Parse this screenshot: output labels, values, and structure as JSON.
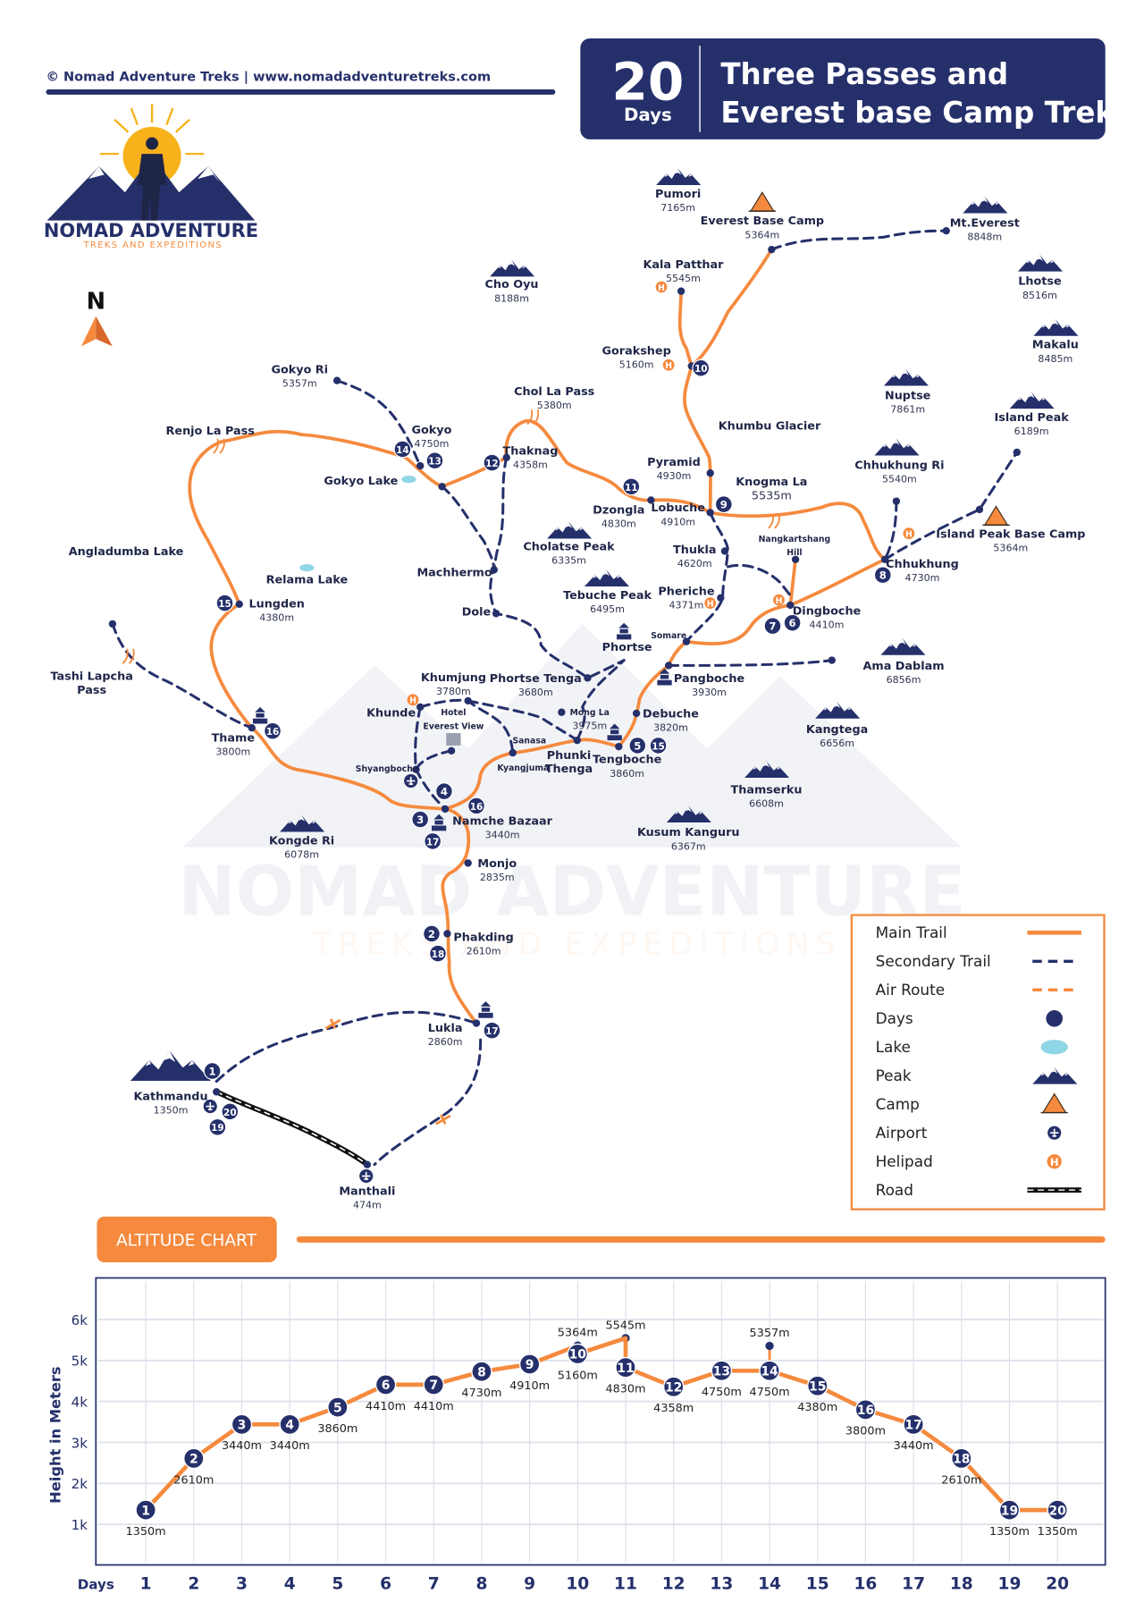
{
  "header": {
    "copyright": "© Nomad Adventure Treks | www.nomadadventuretreks.com",
    "days_number": "20",
    "days_label": "Days",
    "title_line1": "Three Passes and",
    "title_line2": "Everest base Camp Trek"
  },
  "logo": {
    "name": "NOMAD ADVENTURE",
    "tagline": "TREKS AND EXPEDITIONS"
  },
  "watermark": {
    "name": "NOMAD ADVENTURE",
    "tagline": "TREKS AND EXPEDITIONS"
  },
  "compass": {
    "label": "N"
  },
  "colors": {
    "navy": "#25306b",
    "orange": "#f58a3e",
    "lake": "#8fd6e6"
  },
  "places": [
    {
      "id": "pumori",
      "name": "Pumori",
      "elev": "7165m"
    },
    {
      "id": "ebc",
      "name": "Everest Base Camp",
      "elev": "5364m"
    },
    {
      "id": "everest",
      "name": "Mt.Everest",
      "elev": "8848m"
    },
    {
      "id": "kalapatthar",
      "name": "Kala Patthar",
      "elev": "5545m"
    },
    {
      "id": "choyu",
      "name": "Cho Oyu",
      "elev": "8188m"
    },
    {
      "id": "lhotse",
      "name": "Lhotse",
      "elev": "8516m"
    },
    {
      "id": "makalu",
      "name": "Makalu",
      "elev": "8485m"
    },
    {
      "id": "gorakshep",
      "name": "Gorakshep",
      "elev": "5160m"
    },
    {
      "id": "gokyori",
      "name": "Gokyo Ri",
      "elev": "5357m"
    },
    {
      "id": "chola",
      "name": "Chol La Pass",
      "elev": "5380m"
    },
    {
      "id": "nuptse",
      "name": "Nuptse",
      "elev": "7861m"
    },
    {
      "id": "islandpeak",
      "name": "Island Peak",
      "elev": "6189m"
    },
    {
      "id": "khumbuglacier",
      "name": "Khumbu Glacier"
    },
    {
      "id": "renjola",
      "name": "Renjo La Pass"
    },
    {
      "id": "gokyo",
      "name": "Gokyo",
      "elev": "4750m"
    },
    {
      "id": "thaknag",
      "name": "Thaknag",
      "elev": "4358m"
    },
    {
      "id": "pyramid",
      "name": "Pyramid",
      "elev": "4930m"
    },
    {
      "id": "chhukhungri",
      "name": "Chhukhung Ri",
      "elev": "5540m"
    },
    {
      "id": "knogmala",
      "name": "Knogma La",
      "elev": "5535m"
    },
    {
      "id": "gokyolake",
      "name": "Gokyo Lake"
    },
    {
      "id": "dzongla",
      "name": "Dzongla",
      "elev": "4830m"
    },
    {
      "id": "lobuche",
      "name": "Lobuche",
      "elev": "4910m"
    },
    {
      "id": "ipbc",
      "name": "Island Peak Base Camp",
      "elev": "5364m"
    },
    {
      "id": "nangkartshang",
      "name": "Nangkartshang",
      "elev": "Hill"
    },
    {
      "id": "cholatse",
      "name": "Cholatse Peak",
      "elev": "6335m"
    },
    {
      "id": "thukla",
      "name": "Thukla",
      "elev": "4620m"
    },
    {
      "id": "chhukhung",
      "name": "Chhukhung",
      "elev": "4730m"
    },
    {
      "id": "angladumba",
      "name": "Angladumba Lake"
    },
    {
      "id": "machhermo",
      "name": "Machhermo"
    },
    {
      "id": "relama",
      "name": "Relama Lake"
    },
    {
      "id": "tebuche",
      "name": "Tebuche Peak",
      "elev": "6495m"
    },
    {
      "id": "pheriche",
      "name": "Pheriche",
      "elev": "4371m"
    },
    {
      "id": "lungden",
      "name": "Lungden",
      "elev": "4380m"
    },
    {
      "id": "dingboche",
      "name": "Dingboche",
      "elev": "4410m"
    },
    {
      "id": "dole",
      "name": "Dole"
    },
    {
      "id": "somare",
      "name": "Somare"
    },
    {
      "id": "phortse",
      "name": "Phortse"
    },
    {
      "id": "amadablam",
      "name": "Ama Dablam",
      "elev": "6856m"
    },
    {
      "id": "tashilapcha",
      "name": "Tashi Lapcha",
      "elev": "Pass"
    },
    {
      "id": "khumjung",
      "name": "Khumjung",
      "elev": "3780m"
    },
    {
      "id": "phortsetenga",
      "name": "Phortse Tenga",
      "elev": "3680m"
    },
    {
      "id": "pangboche",
      "name": "Pangboche",
      "elev": "3930m"
    },
    {
      "id": "khunde",
      "name": "Khunde"
    },
    {
      "id": "hotelev",
      "name": "Hotel",
      "elev": "Everest View"
    },
    {
      "id": "mongla",
      "name": "Mong La",
      "elev": "3975m"
    },
    {
      "id": "debuche",
      "name": "Debuche",
      "elev": "3820m"
    },
    {
      "id": "kangtega",
      "name": "Kangtega",
      "elev": "6656m"
    },
    {
      "id": "thame",
      "name": "Thame",
      "elev": "3800m"
    },
    {
      "id": "sanasa",
      "name": "Sanasa"
    },
    {
      "id": "phunki",
      "name": "Phunki",
      "elev": "Thenga"
    },
    {
      "id": "tengboche",
      "name": "Tengboche",
      "elev": "3860m"
    },
    {
      "id": "kyangjuma",
      "name": "Kyangjuma"
    },
    {
      "id": "shyangboche",
      "name": "Shyangboche"
    },
    {
      "id": "thamserku",
      "name": "Thamserku",
      "elev": "6608m"
    },
    {
      "id": "namche",
      "name": "Namche Bazaar",
      "elev": "3440m"
    },
    {
      "id": "kongderi",
      "name": "Kongde Ri",
      "elev": "6078m"
    },
    {
      "id": "kusum",
      "name": "Kusum Kanguru",
      "elev": "6367m"
    },
    {
      "id": "monjo",
      "name": "Monjo",
      "elev": "2835m"
    },
    {
      "id": "phakding",
      "name": "Phakding",
      "elev": "2610m"
    },
    {
      "id": "lukla",
      "name": "Lukla",
      "elev": "2860m"
    },
    {
      "id": "kathmandu",
      "name": "Kathmandu",
      "elev": "1350m"
    },
    {
      "id": "manthali",
      "name": "Manthali",
      "elev": "474m"
    }
  ],
  "day_markers": [
    "1",
    "2",
    "18",
    "3",
    "17",
    "4",
    "16",
    "5",
    "15",
    "6",
    "7",
    "8",
    "9",
    "10",
    "11",
    "12",
    "13",
    "14",
    "15",
    "16",
    "17",
    "19",
    "20"
  ],
  "legend": {
    "items": [
      {
        "label": "Main Trail",
        "icon": "main-trail-line"
      },
      {
        "label": "Secondary Trail",
        "icon": "secondary-trail-line"
      },
      {
        "label": "Air Route",
        "icon": "air-route-line"
      },
      {
        "label": "Days",
        "icon": "day-dot-icon"
      },
      {
        "label": "Lake",
        "icon": "lake-icon"
      },
      {
        "label": "Peak",
        "icon": "peak-icon"
      },
      {
        "label": "Camp",
        "icon": "camp-icon"
      },
      {
        "label": "Airport",
        "icon": "airport-icon"
      },
      {
        "label": "Helipad",
        "icon": "helipad-icon",
        "glyph": "H"
      },
      {
        "label": "Road",
        "icon": "road-line"
      }
    ]
  },
  "altitude_section": {
    "title": "ALTITUDE CHART"
  },
  "chart_data": {
    "type": "line",
    "title": "ALTITUDE CHART",
    "xlabel": "Days",
    "ylabel": "Height in Meters",
    "x": [
      1,
      2,
      3,
      4,
      5,
      6,
      7,
      8,
      9,
      10,
      11,
      12,
      13,
      14,
      15,
      16,
      17,
      18,
      19,
      20
    ],
    "values": [
      1350,
      2610,
      3440,
      3440,
      3860,
      4410,
      4410,
      4730,
      4910,
      5160,
      4830,
      4358,
      4750,
      4750,
      4380,
      3800,
      3440,
      2610,
      1350,
      1350
    ],
    "value_labels": [
      "1350m",
      "2610m",
      "3440m",
      "3440m",
      "3860m",
      "4410m",
      "4410m",
      "4730m",
      "4910m",
      "5160m",
      "4830m",
      "4358m",
      "4750m",
      "4750m",
      "4380m",
      "3800m",
      "3440m",
      "2610m",
      "1350m",
      "1350m"
    ],
    "side_trips": [
      {
        "day": 10,
        "value": 5364,
        "label": "5364m"
      },
      {
        "day": 11,
        "value": 5545,
        "label": "5545m"
      },
      {
        "day": 14,
        "value": 5357,
        "label": "5357m"
      }
    ],
    "yticks": [
      1000,
      2000,
      3000,
      4000,
      5000,
      6000
    ],
    "ytick_labels": [
      "1k",
      "2k",
      "3k",
      "4k",
      "5k",
      "6k"
    ],
    "ylim": [
      0,
      7000
    ],
    "grid": true
  }
}
